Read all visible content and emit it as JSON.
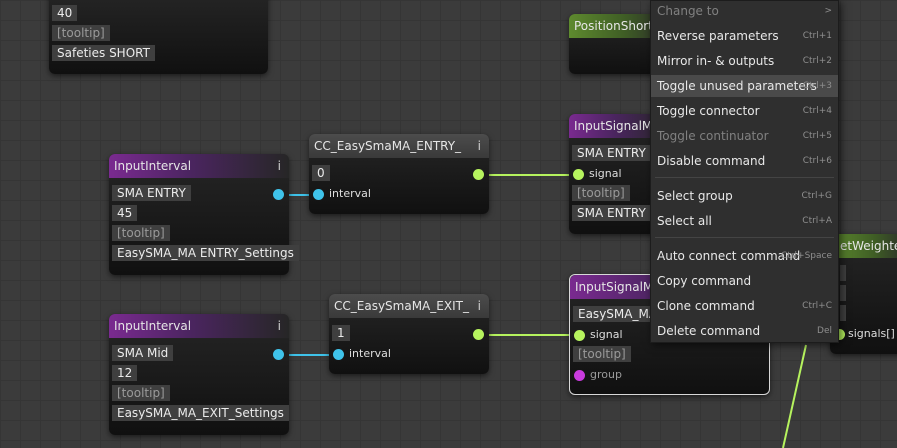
{
  "nodes": {
    "safeties_short": {
      "value": "40",
      "tooltip": "[tooltip]",
      "name": "Safeties SHORT"
    },
    "position_short": {
      "title": "PositionShort"
    },
    "input_entry": {
      "title": "InputInterval",
      "info": "i",
      "label": "SMA ENTRY",
      "value": "45",
      "tooltip": "[tooltip]",
      "name": "EasySMA_MA ENTRY_Settings"
    },
    "cc_entry": {
      "title": "CC_EasySmaMA_ENTRY_",
      "info": "i",
      "value": "0",
      "port_label": "interval"
    },
    "signal_entry": {
      "title": "InputSignalMa",
      "label": "SMA ENTRY",
      "port_label": "signal",
      "tooltip": "[tooltip]",
      "name": "SMA ENTRY"
    },
    "input_exit": {
      "title": "InputInterval",
      "info": "i",
      "label": "SMA Mid",
      "value": "12",
      "tooltip": "[tooltip]",
      "name": "EasySMA_MA_EXIT_Settings"
    },
    "cc_exit": {
      "title": "CC_EasySmaMA_EXIT_",
      "info": "i",
      "value": "1",
      "port_label": "interval"
    },
    "signal_exit": {
      "title": "InputSignalMa",
      "label": "EasySMA_MA_",
      "port_label": "signal",
      "tooltip": "[tooltip]",
      "group_label": "group"
    },
    "weighted": {
      "title": "etWeighted",
      "port_label": "signals[]"
    }
  },
  "context_menu": {
    "items": [
      {
        "label": "Change to",
        "shortcut": ">",
        "disabled": true
      },
      {
        "label": "Reverse parameters",
        "shortcut": "Ctrl+1"
      },
      {
        "label": "Mirror in- & outputs",
        "shortcut": "Ctrl+2"
      },
      {
        "label": "Toggle unused parameters",
        "shortcut": "Ctrl+3",
        "highlighted": true
      },
      {
        "label": "Toggle connector",
        "shortcut": "Ctrl+4"
      },
      {
        "label": "Toggle continuator",
        "shortcut": "Ctrl+5",
        "disabled": true
      },
      {
        "label": "Disable command",
        "shortcut": "Ctrl+6"
      },
      {
        "label": "Select group",
        "shortcut": "Ctrl+G"
      },
      {
        "label": "Select all",
        "shortcut": "Ctrl+A"
      },
      {
        "label": "Auto connect command",
        "shortcut": "Ctrl+Space"
      },
      {
        "label": "Copy command",
        "shortcut": ""
      },
      {
        "label": "Clone command",
        "shortcut": "Ctrl+C"
      },
      {
        "label": "Delete command",
        "shortcut": "Del"
      }
    ]
  },
  "colors": {
    "canvas": "#3b3b3b",
    "wire_blue": "#3fc3ea",
    "wire_green": "#b6f35e",
    "header_purple": "#7a2a90",
    "header_green": "#5e8a2e",
    "port_magenta": "#c93bde"
  }
}
